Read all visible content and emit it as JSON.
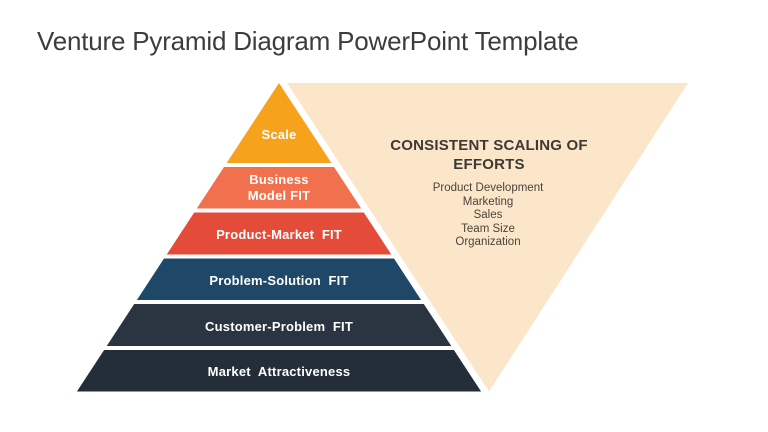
{
  "title": "Venture Pyramid Diagram PowerPoint Template",
  "pyramid": {
    "label_color": "#FFFFFF",
    "layers": [
      {
        "label": "Scale",
        "color": "#F7A21D"
      },
      {
        "label": "Business Model FIT",
        "color": "#F1704D"
      },
      {
        "label": "Product-Market  FIT",
        "color": "#E44B38"
      },
      {
        "label": "Problem-Solution  FIT",
        "color": "#1F4868"
      },
      {
        "label": "Customer-Problem  FIT",
        "color": "#2B3541"
      },
      {
        "label": "Market  Attractiveness",
        "color": "#242E38"
      }
    ]
  },
  "callout": {
    "heading": "CONSISTENT SCALING OF EFFORTS",
    "items": [
      "Product Development",
      "Marketing",
      "Sales",
      "Team Size",
      "Organization"
    ],
    "background": "#FBE6C9",
    "heading_color": "#3E3933",
    "text_color": "#4A443C"
  },
  "colors": {
    "page_background": "#FFFFFF",
    "title_color": "#3C3C3C"
  }
}
